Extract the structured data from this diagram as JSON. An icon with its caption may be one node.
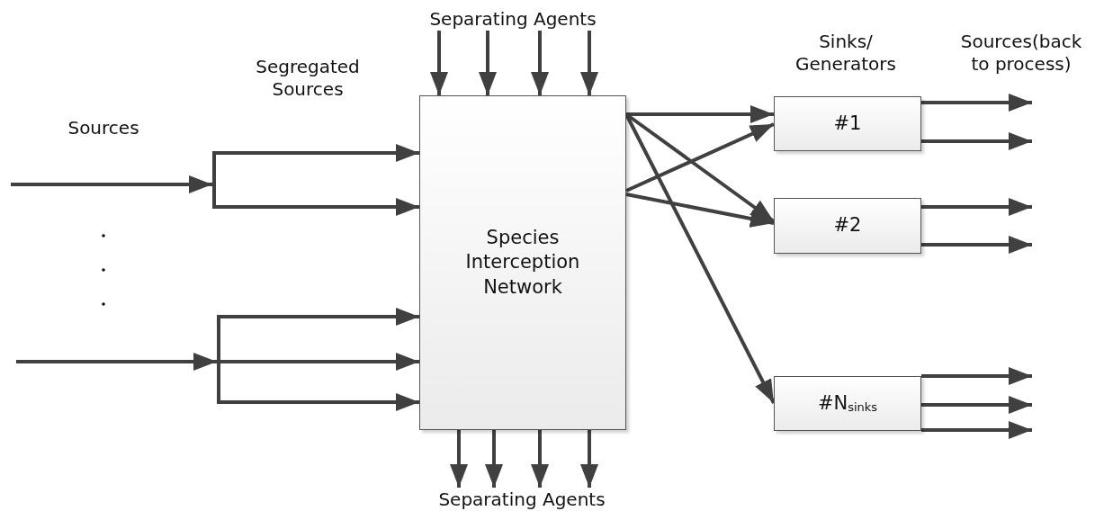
{
  "diagram": {
    "nodes": [
      {
        "text": [
          "Species Interception Network"
        ]
      },
      {
        "text": [
          "#1"
        ]
      },
      {
        "text": [
          "#2"
        ]
      },
      {
        "text": [
          "#N$_{sinks}$"
        ]
      },
      {
        "text": [],
        "shape": "bar"
      },
      {
        "text": [],
        "shape": "bar"
      },
      {
        "text": [
          "Separating Agents"
        ]
      },
      {
        "text": [
          "Separating Agents"
        ]
      }
    ],
    "edges": [
      {
        "from": null,
        "to": 4,
        "arrow": "to"
      },
      {
        "from": 4,
        "to": 0,
        "arrow": "to"
      },
      {
        "from": 4,
        "to": 0,
        "arrow": "to"
      },
      {
        "from": null,
        "to": 5,
        "arrow": "to"
      },
      {
        "from": 5,
        "to": 0,
        "arrow": "to"
      },
      {
        "from": 5,
        "to": 0,
        "arrow": "to"
      },
      {
        "from": 5,
        "to": 0,
        "arrow": "to"
      },
      {
        "from": 6,
        "to": 0,
        "arrow": "to"
      },
      {
        "from": 6,
        "to": 0,
        "arrow": "to"
      },
      {
        "from": 6,
        "to": 0,
        "arrow": "to"
      },
      {
        "from": 6,
        "to": 0,
        "arrow": "to"
      },
      {
        "from": 0,
        "to": 7,
        "arrow": "to"
      },
      {
        "from": 0,
        "to": 7,
        "arrow": "to"
      },
      {
        "from": 0,
        "to": 7,
        "arrow": "to"
      },
      {
        "from": 0,
        "to": 7,
        "arrow": "to"
      },
      {
        "from": 0,
        "to": 1,
        "arrow": "to"
      },
      {
        "from": 0,
        "to": 2,
        "arrow": "to"
      },
      {
        "from": 0,
        "to": 3,
        "arrow": "to"
      },
      {
        "from": 0,
        "to": 1,
        "arrow": "to"
      },
      {
        "from": 0,
        "to": 2,
        "arrow": "to"
      },
      {
        "from": 1,
        "to": null,
        "arrow": "to"
      },
      {
        "from": 1,
        "to": null,
        "arrow": "to"
      },
      {
        "from": 2,
        "to": null,
        "arrow": "to"
      },
      {
        "from": 2,
        "to": null,
        "arrow": "to"
      },
      {
        "from": 3,
        "to": null,
        "arrow": "to"
      },
      {
        "from": 3,
        "to": null,
        "arrow": "to"
      },
      {
        "from": 3,
        "to": null,
        "arrow": "to"
      }
    ],
    "labels": [
      "Sources",
      "Segregated Sources",
      "Sinks/ Generators",
      "Sources(back to process)"
    ]
  }
}
